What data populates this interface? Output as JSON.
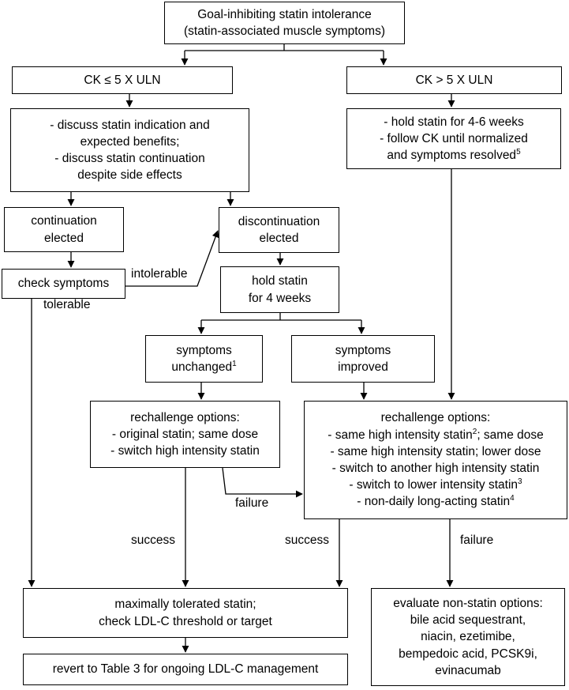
{
  "nodes": {
    "start": {
      "lines": [
        {
          "t": "Goal-inhibiting statin intolerance"
        },
        {
          "t": "(statin-associated muscle symptoms)"
        }
      ]
    },
    "ck_low": {
      "lines": [
        {
          "t": "CK ≤ 5 X ULN"
        }
      ]
    },
    "ck_high": {
      "lines": [
        {
          "t": "CK > 5 X ULN"
        }
      ]
    },
    "discuss": {
      "lines": [
        {
          "t": "- discuss statin indication and"
        },
        {
          "t": "expected benefits;"
        },
        {
          "t": "- discuss statin continuation"
        },
        {
          "t": "despite side effects"
        }
      ]
    },
    "hold_4_6": {
      "lines": [
        {
          "t": "- hold statin for 4-6 weeks"
        },
        {
          "t": "- follow CK until normalized"
        },
        {
          "t": "and symptoms resolved",
          "sup": "5"
        }
      ]
    },
    "continuation": {
      "lines": [
        {
          "t": "continuation"
        },
        {
          "t": "elected"
        }
      ]
    },
    "discontinuation": {
      "lines": [
        {
          "t": "discontinuation"
        },
        {
          "t": "elected"
        }
      ]
    },
    "check_symptoms": {
      "lines": [
        {
          "t": "check symptoms"
        }
      ]
    },
    "hold_4": {
      "lines": [
        {
          "t": "hold statin"
        },
        {
          "t": "for 4 weeks"
        }
      ]
    },
    "unchanged": {
      "lines": [
        {
          "t": "symptoms"
        },
        {
          "t": "unchanged",
          "sup": "1"
        }
      ]
    },
    "improved": {
      "lines": [
        {
          "t": "symptoms"
        },
        {
          "t": "improved"
        }
      ]
    },
    "rechallenge_a": {
      "lines": [
        {
          "t": "rechallenge options:"
        },
        {
          "t": "- original statin; same dose"
        },
        {
          "t": "- switch high intensity statin"
        }
      ]
    },
    "rechallenge_b": {
      "lines": [
        {
          "t": "rechallenge options:"
        },
        {
          "t": "- same high intensity statin",
          "sup": "2",
          "after": "; same dose"
        },
        {
          "t": "- same high intensity statin; lower dose"
        },
        {
          "t": "- switch to another high intensity statin"
        },
        {
          "t": "- switch to lower intensity statin",
          "sup": "3"
        },
        {
          "t": "- non-daily long-acting statin",
          "sup": "4"
        }
      ]
    },
    "max_tolerated": {
      "lines": [
        {
          "t": "maximally tolerated statin;"
        },
        {
          "t": "check LDL-C threshold or target"
        }
      ]
    },
    "non_statin": {
      "lines": [
        {
          "t": "evaluate non-statin options:"
        },
        {
          "t": "bile acid sequestrant,"
        },
        {
          "t": "niacin, ezetimibe,"
        },
        {
          "t": "bempedoic acid, PCSK9i,"
        },
        {
          "t": "evinacumab"
        }
      ]
    },
    "revert": {
      "lines": [
        {
          "t": "revert to Table 3 for ongoing LDL-C management"
        }
      ]
    }
  },
  "edge_labels": {
    "intolerable": "intolerable",
    "tolerable": "tolerable",
    "failure_a": "failure",
    "success_a": "success",
    "success_b": "success",
    "failure_b": "failure"
  }
}
